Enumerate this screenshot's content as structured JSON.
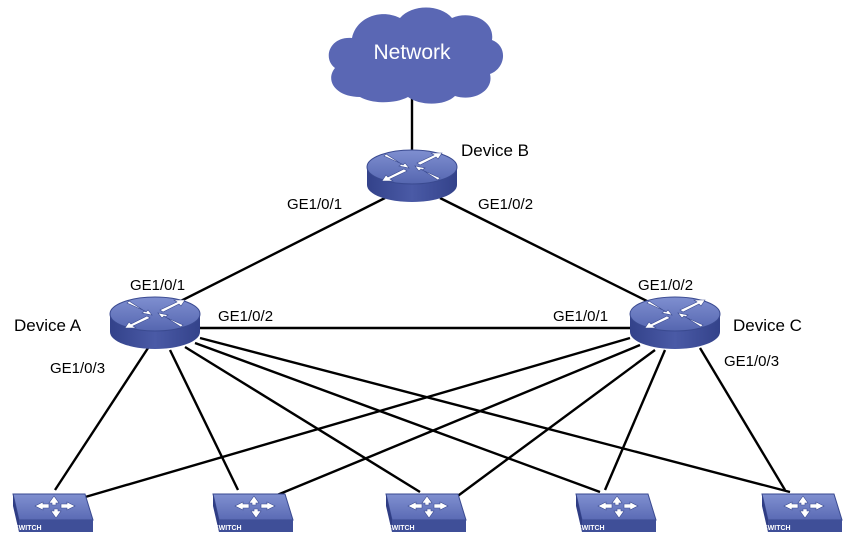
{
  "network": {
    "label": "Network"
  },
  "devices": {
    "b": {
      "name": "Device B",
      "port1": "GE1/0/1",
      "port2": "GE1/0/2"
    },
    "a": {
      "name": "Device A",
      "port1": "GE1/0/1",
      "port2": "GE1/0/2",
      "port3": "GE1/0/3"
    },
    "c": {
      "name": "Device C",
      "port1": "GE1/0/1",
      "port2": "GE1/0/2",
      "port3": "GE1/0/3"
    }
  },
  "switch_label": "SWITCH",
  "colors": {
    "device_blue": "#5b6fb8",
    "device_dark": "#3c4c94",
    "cloud": "#5a67b4"
  }
}
